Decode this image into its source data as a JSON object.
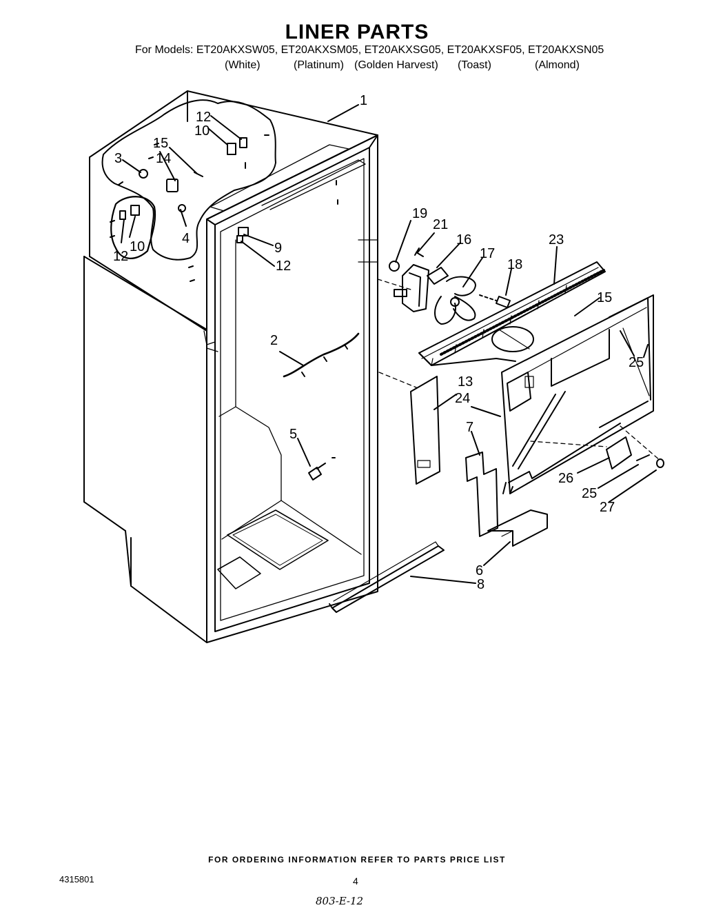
{
  "header": {
    "title": "LINER PARTS",
    "models_line": "For Models:  ET20AKXSW05, ET20AKXSM05, ET20AKXSG05, ET20AKXSF05, ET20AKXSN05",
    "colors": [
      "(White)",
      "(Platinum)",
      "(Golden Harvest)",
      "(Toast)",
      "(Almond)"
    ]
  },
  "callouts": {
    "c1": "1",
    "c2": "2",
    "c3": "3",
    "c4": "4",
    "c5": "5",
    "c6": "6",
    "c7": "7",
    "c8": "8",
    "c9": "9",
    "c10a": "10",
    "c10b": "10",
    "c12a": "12",
    "c12b": "12",
    "c12c": "12",
    "c13": "13",
    "c14": "14",
    "c15a": "15",
    "c15b": "15",
    "c16": "16",
    "c17": "17",
    "c18": "18",
    "c19": "19",
    "c21": "21",
    "c23": "23",
    "c24": "24",
    "c25a": "25",
    "c25b": "25",
    "c26": "26",
    "c27": "27"
  },
  "footer": {
    "ordering_note": "FOR ORDERING INFORMATION REFER TO PARTS PRICE LIST",
    "doc_number": "4315801",
    "page_number": "4",
    "handwritten_code": "803-E-12"
  }
}
